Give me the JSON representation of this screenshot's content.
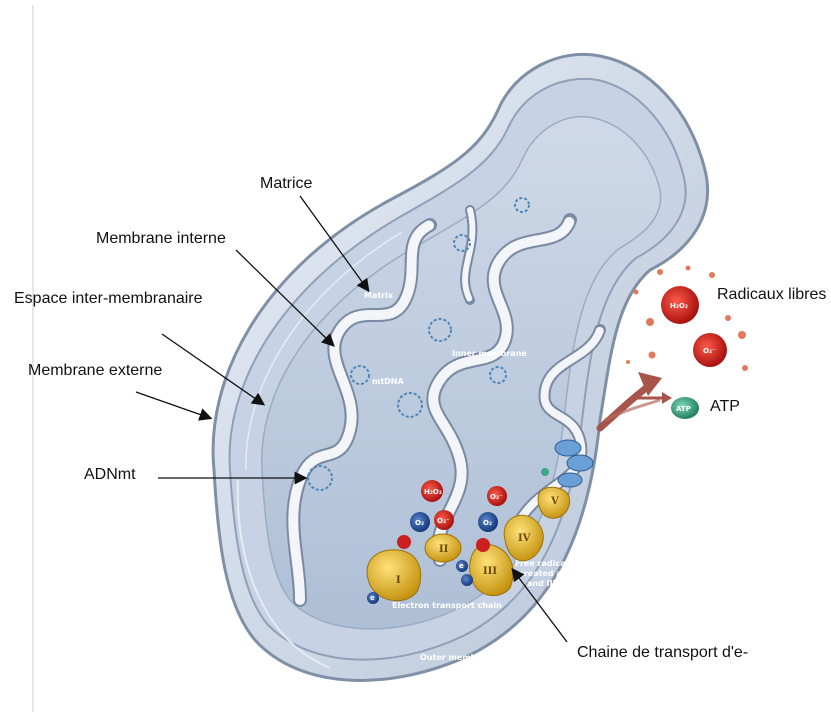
{
  "labels": {
    "matrice": "Matrice",
    "membrane_interne": "Membrane interne",
    "espace_inter": "Espace inter-membranaire",
    "membrane_externe": "Membrane externe",
    "adnmt": "ADNmt",
    "radicaux_libres": "Radicaux libres",
    "atp": "ATP",
    "chaine_transport": "Chaine de transport d'e-"
  },
  "inner_labels": {
    "matrix": "Matrix",
    "inner_membrane": "Inner membrane",
    "mtdna": "mtDNA",
    "outer_membrane": "Outer membrane",
    "electron_transport_chain": "Electron transport chain",
    "free_radicals_line1": "Free radicals",
    "free_radicals_line2": "created at I",
    "free_radicals_line3": "and III"
  },
  "complexes": [
    "I",
    "II",
    "III",
    "IV",
    "V"
  ],
  "molecules": {
    "h2o2": "H₂O₂",
    "o2_minus": "O₂⁻",
    "o2": "O₂",
    "atp": "ATP",
    "electron": "e"
  },
  "colors": {
    "membrane": "#c9d6e6",
    "membrane_edge": "#8fa0b8",
    "matrix": "#dde4ef",
    "complex": "#e3b21f",
    "radical": "#cc1f1f",
    "oxygen": "#1f4f9c",
    "atp": "#3aa684",
    "arrow": "#b0554a"
  }
}
